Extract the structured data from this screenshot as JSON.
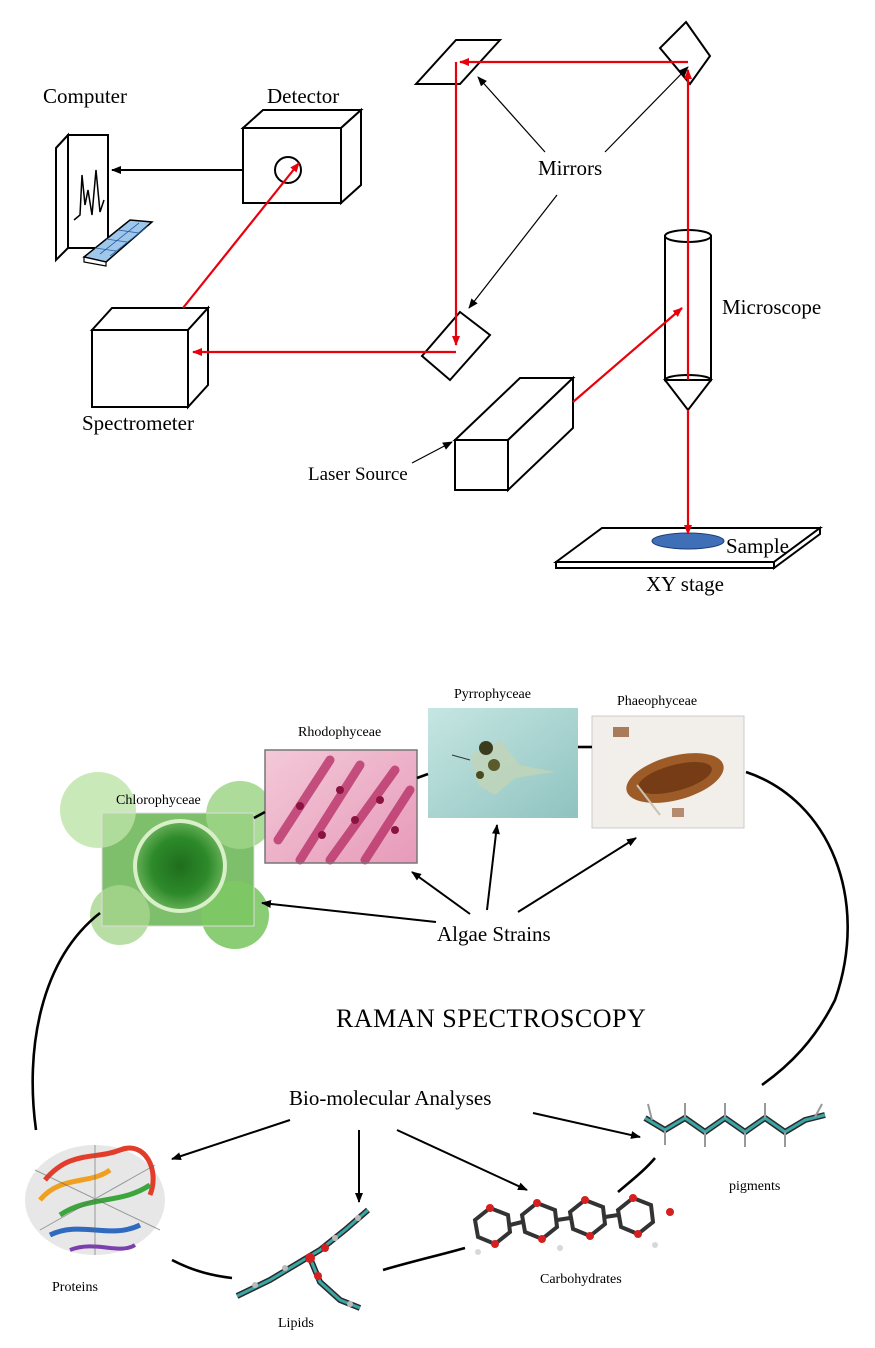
{
  "setup": {
    "computer_label": "Computer",
    "detector_label": "Detector",
    "mirrors_label": "Mirrors",
    "microscope_label": "Microscope",
    "spectrometer_label": "Spectrometer",
    "laser_source_label": "Laser Source",
    "sample_label": "Sample",
    "xy_stage_label": "XY stage"
  },
  "algae": {
    "strains_label": "Algae Strains",
    "classes": [
      {
        "label": "Chlorophyceae"
      },
      {
        "label": "Rhodophyceae"
      },
      {
        "label": "Pyrrophyceae"
      },
      {
        "label": "Phaeophyceae"
      }
    ]
  },
  "center_title": "RAMAN SPECTROSCOPY",
  "analyses": {
    "label": "Bio-molecular Analyses",
    "molecules": [
      {
        "label": "Proteins"
      },
      {
        "label": "Lipids"
      },
      {
        "label": "Carbohydrates"
      },
      {
        "label": "pigments"
      }
    ]
  },
  "colors": {
    "laser": "#e8000b",
    "sample": "#3f6fb6",
    "chlorophyceae": "#2f8a2c",
    "rhodophyceae": "#c2306a",
    "pyrrophyceae": "#a9d4cf",
    "phaeophyceae": "#8a4a1c"
  }
}
